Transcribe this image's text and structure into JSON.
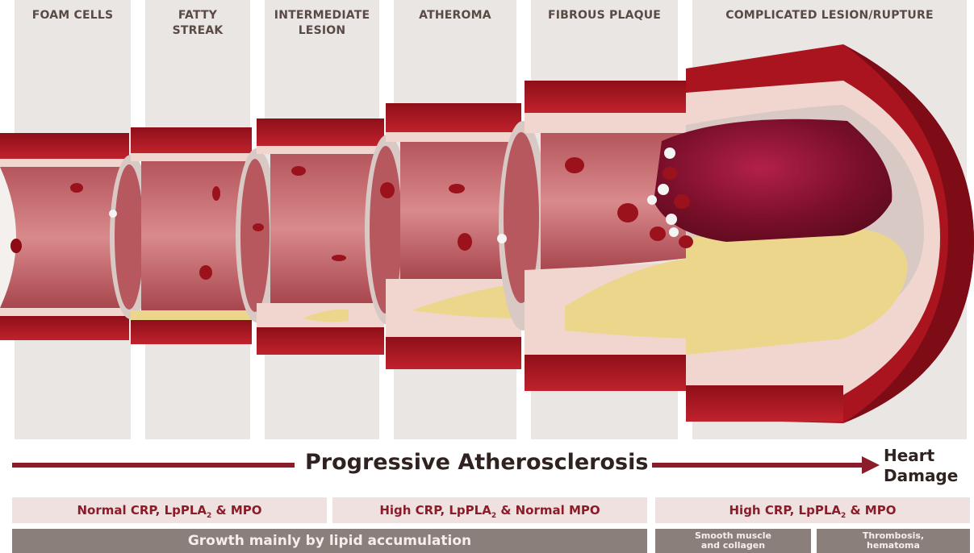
{
  "stages": [
    {
      "line1": "FOAM CELLS",
      "line2": ""
    },
    {
      "line1": "FATTY",
      "line2": "STREAK"
    },
    {
      "line1": "INTERMEDIATE",
      "line2": "LESION"
    },
    {
      "line1": "ATHEROMA",
      "line2": ""
    },
    {
      "line1": "FIBROUS PLAQUE",
      "line2": ""
    },
    {
      "line1": "COMPLICATED LESION/RUPTURE",
      "line2": ""
    }
  ],
  "progression": {
    "title": "Progressive Atherosclerosis",
    "end_label_line1": "Heart",
    "end_label_line2": "Damage"
  },
  "biomarkers": [
    {
      "text": "Normal CRP, LpPLA",
      "sub": "2",
      "tail": " & MPO"
    },
    {
      "text": "High CRP, LpPLA",
      "sub": "2",
      "tail": " & Normal MPO"
    },
    {
      "text": "High CRP, LpPLA",
      "sub": "2",
      "tail": " & MPO"
    }
  ],
  "growth": {
    "lipid": "Growth mainly by lipid accumulation",
    "smooth_line1": "Smooth muscle",
    "smooth_line2": "and collagen",
    "thrombosis_line1": "Thrombosis,",
    "thrombosis_line2": "hematoma"
  },
  "colors": {
    "vessel_outer": "#a9141f",
    "vessel_lumen": "#c96b70",
    "plaque": "#ecd68c",
    "arrow": "#8b1c2a"
  }
}
